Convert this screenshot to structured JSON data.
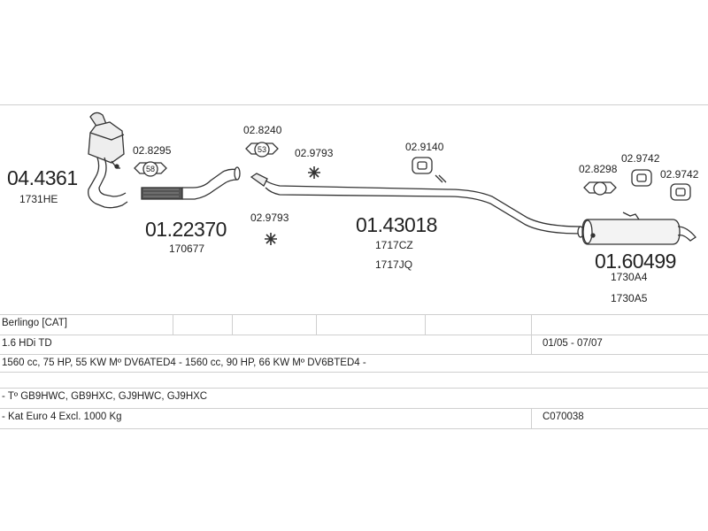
{
  "parts": {
    "catalyst": {
      "number": "04.4361",
      "ref": "1731HE"
    },
    "front_pipe": {
      "number": "01.22370",
      "ref": "170677"
    },
    "middle_pipe": {
      "number": "01.43018",
      "ref1": "1717CZ",
      "ref2": "1717JQ"
    },
    "rear_silencer": {
      "number": "01.60499",
      "ref1": "1730A4",
      "ref2": "1730A5"
    }
  },
  "accessories": [
    {
      "code": "02.8295",
      "badge": "58"
    },
    {
      "code": "02.8240",
      "badge": "53"
    },
    {
      "code": "02.9793"
    },
    {
      "code": "02.9793"
    },
    {
      "code": "02.9140"
    },
    {
      "code": "02.8298"
    },
    {
      "code": "02.9742"
    },
    {
      "code": "02.9742"
    }
  ],
  "table": {
    "model": "Berlingo  [CAT]",
    "engine": "1.6 HDi TD",
    "years": "01/05 - 07/07",
    "specs": "1560 cc, 75 HP, 55 KW Mº DV6ATED4 - 1560 cc, 90 HP, 66 KW Mº DV6BTED4 -",
    "types": "- Tº GB9HWC, GB9HXC, GJ9HWC, GJ9HXC",
    "note": "- Kat Euro 4  Excl. 1000 Kg",
    "code": "C070038"
  }
}
